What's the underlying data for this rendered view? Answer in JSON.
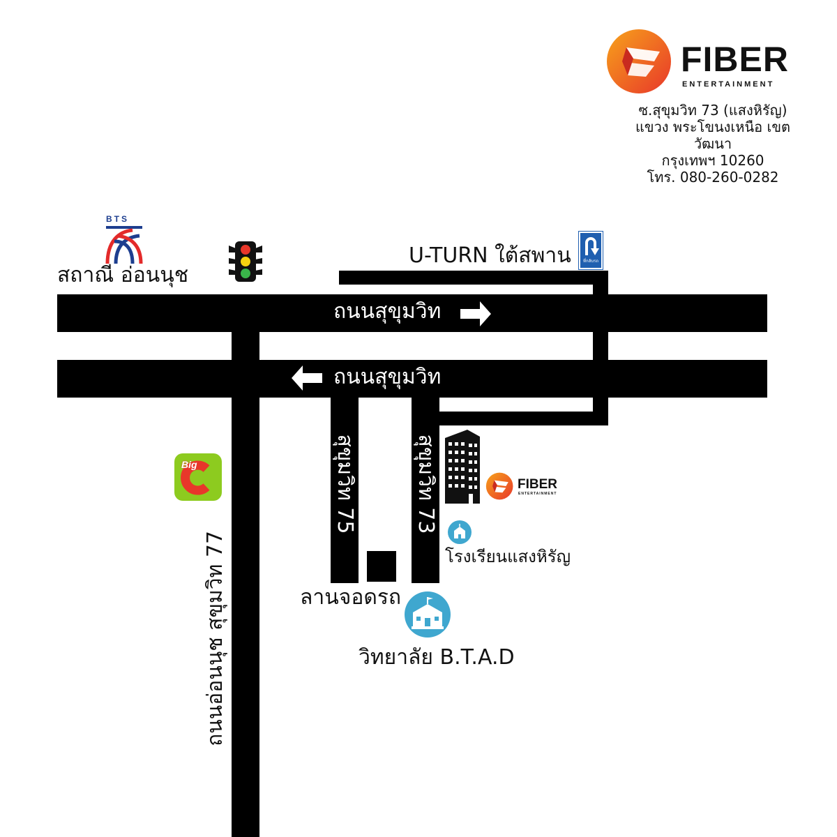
{
  "brand": {
    "name": "FIBER",
    "tagline": "ENTERTAINMENT",
    "colors": {
      "orange": "#f36b21",
      "red": "#e8372a",
      "yellow": "#f7a21b"
    }
  },
  "address": {
    "line1": "ซ.สุขุมวิท 73 (แสงหิรัญ)",
    "line2": "แขวง พระโขนงเหนือ เขต วัฒนา",
    "line3": "กรุงเทพฯ 10260",
    "line4": "โทร. 080-260-0282"
  },
  "landmarks": {
    "bts_logo_text": "BTS",
    "bts_station": "สถาณี อ่อนนุช",
    "uturn": "U-TURN ใต้สพาน",
    "uturn_sign_text": "ที่กลับรถ",
    "big_c_text": "Big",
    "school": "โรงเรียนแสงหิรัญ",
    "parking": "ลานจอดรถ",
    "college": "วิทยาลัย B.T.A.D"
  },
  "roads": {
    "sukhumvit_top": "ถนนสุขุมวิท",
    "sukhumvit_bottom": "ถนนสุขุมวิท",
    "soi75": "สุขุมวิท 75",
    "soi73": "สุขุมวิท 73",
    "onnut": "ถนนอ่อนนุช สุขุมวิท 77"
  },
  "icons": [
    "bts-logo",
    "traffic-light-icon",
    "uturn-sign-icon",
    "big-c-logo",
    "building-icon",
    "school-icon",
    "college-icon",
    "arrow-right-icon",
    "arrow-left-icon"
  ]
}
